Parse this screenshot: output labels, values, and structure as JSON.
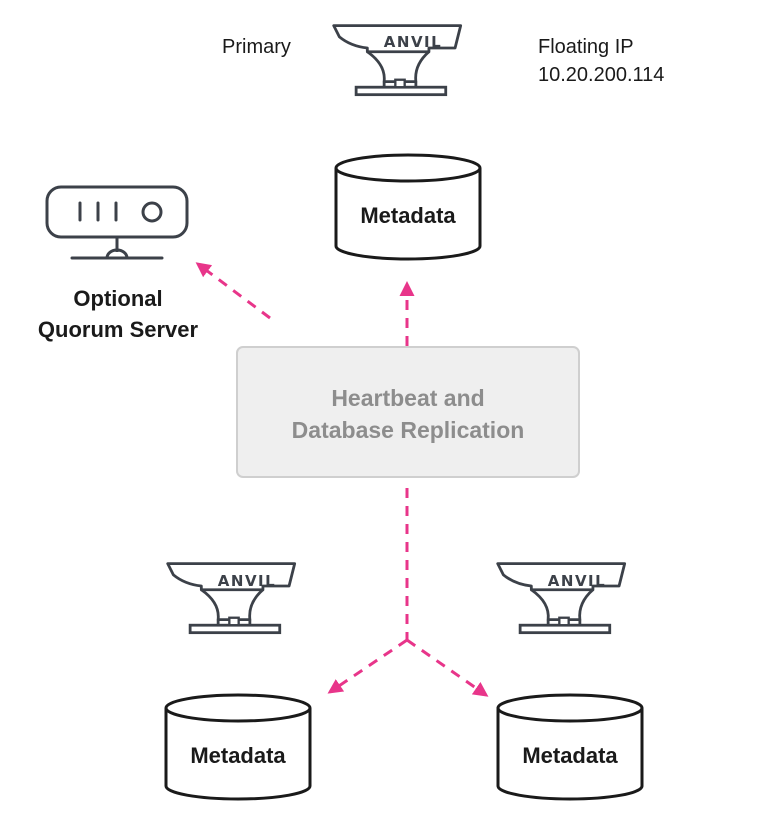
{
  "primary": {
    "role_label": "Primary",
    "anvil_label": "ANVIL",
    "floating_ip_label": "Floating IP",
    "floating_ip_value": "10.20.200.114",
    "db_label": "Metadata"
  },
  "quorum": {
    "label_line1": "Optional",
    "label_line2": "Quorum Server"
  },
  "hub": {
    "line1": "Heartbeat and",
    "line2": "Database Replication"
  },
  "replica_left": {
    "anvil_label": "ANVIL",
    "db_label": "Metadata"
  },
  "replica_right": {
    "anvil_label": "ANVIL",
    "db_label": "Metadata"
  },
  "colors": {
    "stroke": "#3c4149",
    "connector": "#e8358a",
    "hub_fill": "#efefef",
    "hub_stroke": "#cfcfcf",
    "hub_text": "#8d8d8d"
  }
}
